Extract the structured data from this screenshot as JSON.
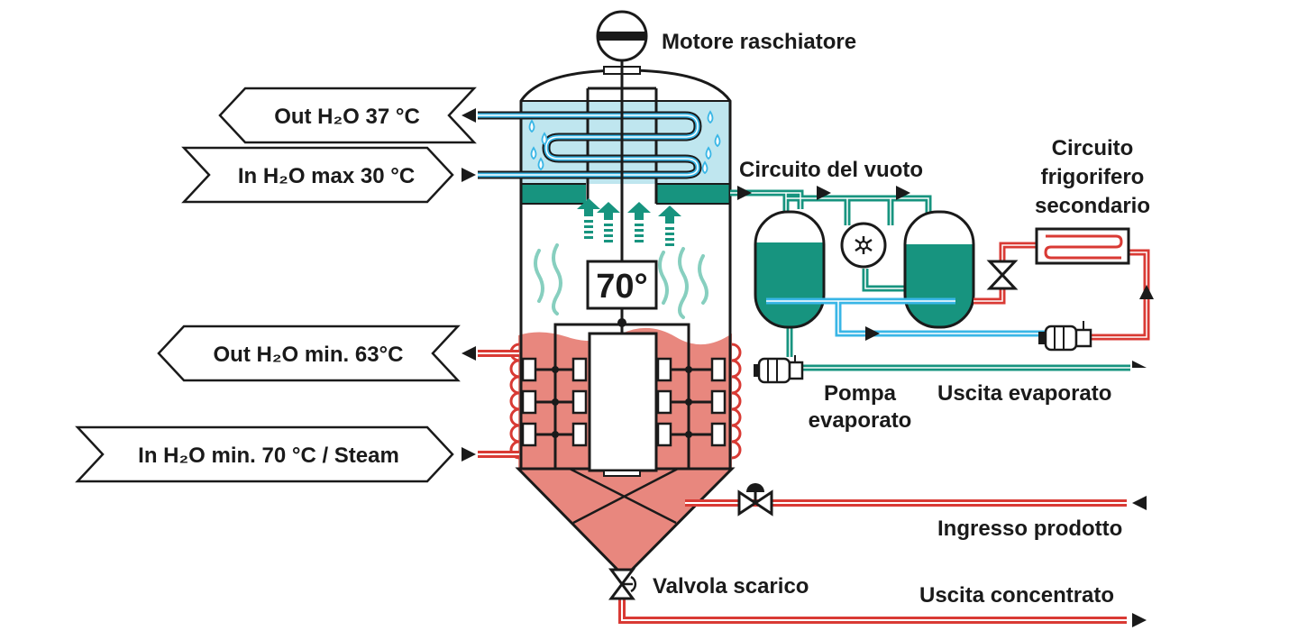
{
  "labels": {
    "motor": "Motore raschiatore",
    "out_cool": "Out  H₂O  37 °C",
    "in_cool": "In H₂O  max 30 °C",
    "out_hot": "Out   H₂O  min. 63°C",
    "in_hot": "In  H₂O  min. 70 °C / Steam",
    "vacuum": "Circuito del vuoto",
    "fridge_1": "Circuito",
    "fridge_2": "frigorifero",
    "fridge_3": "secondario",
    "pump_1": "Pompa",
    "pump_2": "evaporato",
    "evap_out": "Uscita evaporato",
    "product_in": "Ingresso prodotto",
    "drain_valve": "Valvola scarico",
    "concentrate_out": "Uscita concentrato",
    "temperature": "70°"
  },
  "colors": {
    "hot": "#e8877e",
    "hot_pipe": "#d93a34",
    "cool_pipe": "#39b6e6",
    "teal": "#17947f",
    "outline": "#1a1a1a",
    "background": "#ffffff"
  },
  "icons": [
    "motor-icon",
    "vacuum-pump-icon",
    "pump-icon",
    "valve-icon",
    "water-drop-icon",
    "steam-wave-icon",
    "arrow-up-icon"
  ]
}
